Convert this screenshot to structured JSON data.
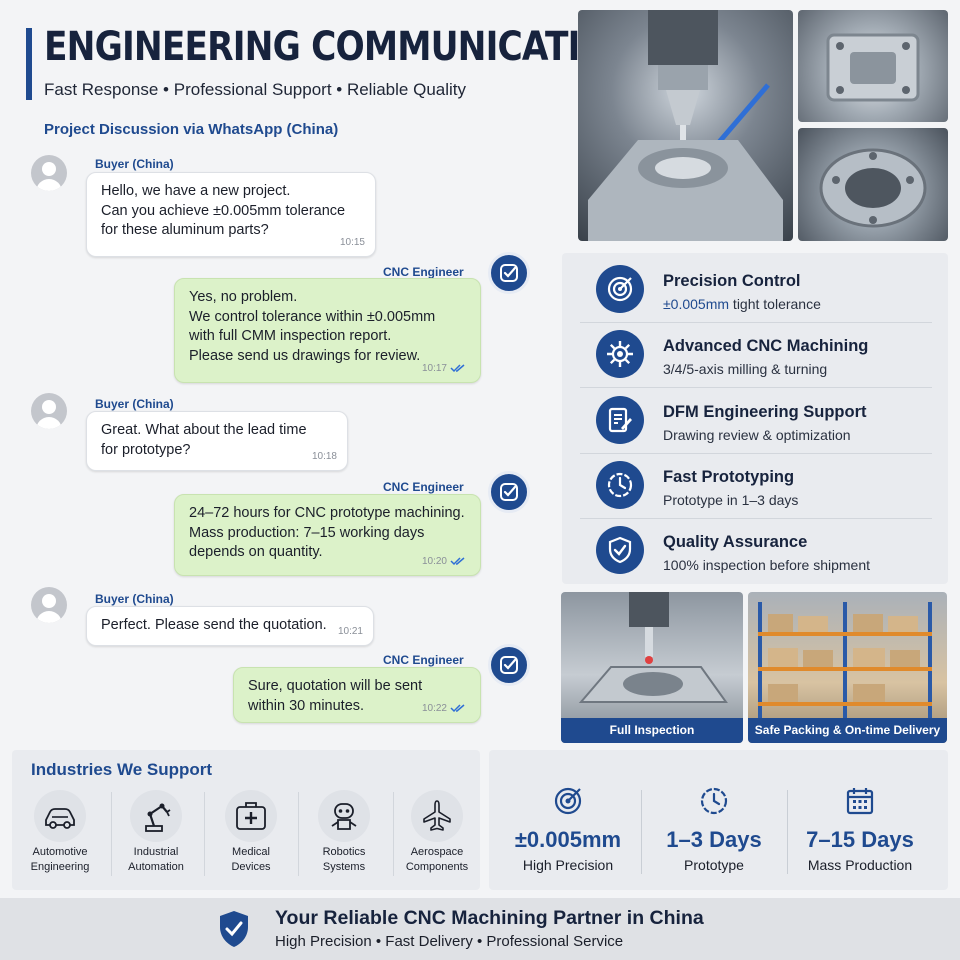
{
  "header": {
    "title": "ENGINEERING COMMUNICATION",
    "subtitle": "Fast Response  •  Professional Support  •  Reliable Quality"
  },
  "chat": {
    "heading": "Project Discussion via WhatsApp (China)",
    "messages": [
      {
        "sender": "Buyer (China)",
        "direction": "incoming",
        "lines": [
          "Hello, we have a new project.",
          "Can you achieve ±0.005mm tolerance",
          "for these aluminum parts?"
        ],
        "time": "10:15"
      },
      {
        "sender": "CNC Engineer",
        "direction": "outgoing",
        "lines": [
          "Yes, no problem.",
          "We control tolerance within ±0.005mm",
          "with full CMM inspection report.",
          "Please send us drawings for review."
        ],
        "time": "10:17"
      },
      {
        "sender": "Buyer (China)",
        "direction": "incoming",
        "lines": [
          "Great. What about the lead time",
          "for prototype?"
        ],
        "time": "10:18"
      },
      {
        "sender": "CNC Engineer",
        "direction": "outgoing",
        "lines": [
          "24–72 hours for CNC prototype machining.",
          "Mass production: 7–15 working days",
          "depends on quantity."
        ],
        "time": "10:20"
      },
      {
        "sender": "Buyer (China)",
        "direction": "incoming",
        "lines": [
          "Perfect. Please send the quotation."
        ],
        "time": "10:21"
      },
      {
        "sender": "CNC Engineer",
        "direction": "outgoing",
        "lines": [
          "Sure, quotation will be sent",
          "within 30 minutes."
        ],
        "time": "10:22"
      }
    ],
    "read_status_icon": "double-check-icon",
    "colors": {
      "incoming": "#ffffff",
      "outgoing": "#dcf2c9",
      "accent": "#1f4a8f"
    }
  },
  "features": [
    {
      "icon": "target-icon",
      "title": "Precision Control",
      "desc_highlight": "±0.005mm",
      "desc": " tight tolerance"
    },
    {
      "icon": "gear-icon",
      "title": "Advanced CNC Machining",
      "desc_highlight": "",
      "desc": "3/4/5-axis milling & turning"
    },
    {
      "icon": "document-edit-icon",
      "title": "DFM Engineering Support",
      "desc_highlight": "",
      "desc": "Drawing review & optimization"
    },
    {
      "icon": "clock-icon",
      "title": "Fast Prototyping",
      "desc_highlight": "",
      "desc": "Prototype in 1–3 days"
    },
    {
      "icon": "shield-check-icon",
      "title": "Quality Assurance",
      "desc_highlight": "",
      "desc": "100% inspection before shipment"
    }
  ],
  "photos": {
    "inspection_caption": "Full Inspection",
    "delivery_caption": "Safe Packing & On-time Delivery"
  },
  "industries": {
    "title": "Industries We Support",
    "items": [
      {
        "icon": "car-icon",
        "lines": [
          "Automotive",
          "Engineering"
        ]
      },
      {
        "icon": "robot-arm-icon",
        "lines": [
          "Industrial",
          "Automation"
        ]
      },
      {
        "icon": "medical-kit-icon",
        "lines": [
          "Medical",
          "Devices"
        ]
      },
      {
        "icon": "robot-icon",
        "lines": [
          "Robotics",
          "Systems"
        ]
      },
      {
        "icon": "airplane-icon",
        "lines": [
          "Aerospace",
          "Components"
        ]
      }
    ]
  },
  "stats": [
    {
      "icon": "target-icon",
      "value": "±0.005mm",
      "label": "High Precision"
    },
    {
      "icon": "clock-icon",
      "value": "1–3 Days",
      "label": "Prototype"
    },
    {
      "icon": "calendar-icon",
      "value": "7–15 Days",
      "label": "Mass Production"
    }
  ],
  "footer": {
    "icon": "shield-check-icon",
    "title": "Your Reliable CNC Machining Partner in China",
    "subtitle": "High Precision   •   Fast Delivery   •   Professional Service"
  }
}
